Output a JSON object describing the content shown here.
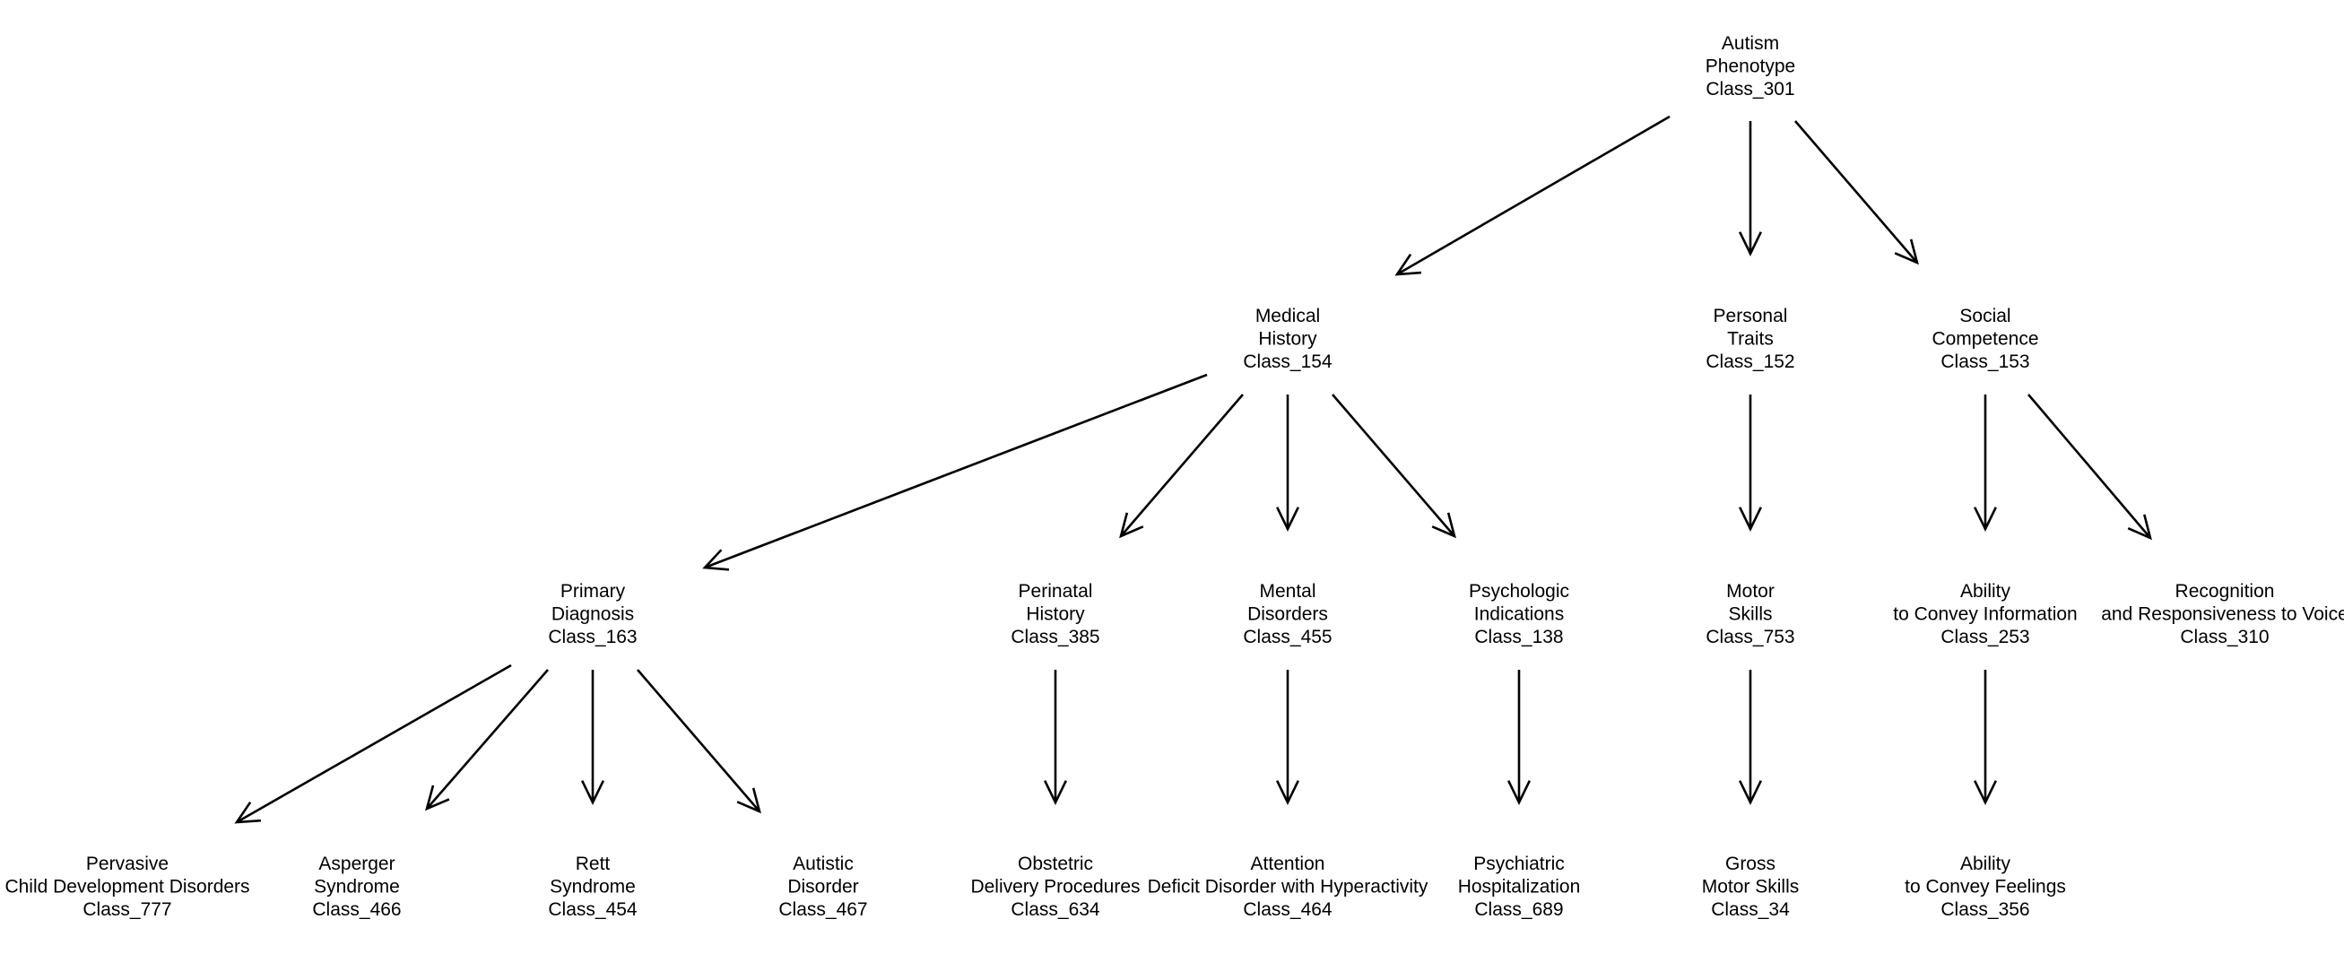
{
  "nodes": [
    {
      "id": "autism-phenotype",
      "lines": [
        "Autism",
        "Phenotype",
        "Class_301"
      ]
    },
    {
      "id": "medical-history",
      "lines": [
        "Medical",
        "History",
        "Class_154"
      ]
    },
    {
      "id": "personal-traits",
      "lines": [
        "Personal",
        "Traits",
        "Class_152"
      ]
    },
    {
      "id": "social-competence",
      "lines": [
        "Social",
        "Competence",
        "Class_153"
      ]
    },
    {
      "id": "primary-diagnosis",
      "lines": [
        "Primary",
        "Diagnosis",
        "Class_163"
      ]
    },
    {
      "id": "perinatal-history",
      "lines": [
        "Perinatal",
        "History",
        "Class_385"
      ]
    },
    {
      "id": "mental-disorders",
      "lines": [
        "Mental",
        "Disorders",
        "Class_455"
      ]
    },
    {
      "id": "psychologic-indications",
      "lines": [
        "Psychologic",
        "Indications",
        "Class_138"
      ]
    },
    {
      "id": "motor-skills",
      "lines": [
        "Motor",
        "Skills",
        "Class_753"
      ]
    },
    {
      "id": "ability-convey-information",
      "lines": [
        "Ability",
        "to Convey Information",
        "Class_253"
      ]
    },
    {
      "id": "recognition-responsiveness-voice",
      "lines": [
        "Recognition",
        "and Responsiveness to Voice",
        "Class_310"
      ]
    },
    {
      "id": "pervasive-child-development-disorders",
      "lines": [
        "Pervasive",
        "Child Development Disorders",
        "Class_777"
      ]
    },
    {
      "id": "asperger-syndrome",
      "lines": [
        "Asperger",
        "Syndrome",
        "Class_466"
      ]
    },
    {
      "id": "rett-syndrome",
      "lines": [
        "Rett",
        "Syndrome",
        "Class_454"
      ]
    },
    {
      "id": "autistic-disorder",
      "lines": [
        "Autistic",
        "Disorder",
        "Class_467"
      ]
    },
    {
      "id": "obstetric-delivery-procedures",
      "lines": [
        "Obstetric",
        "Delivery Procedures",
        "Class_634"
      ]
    },
    {
      "id": "attention-deficit-disorder-hyperactivity",
      "lines": [
        "Attention",
        "Deficit Disorder with Hyperactivity",
        "Class_464"
      ]
    },
    {
      "id": "psychiatric-hospitalization",
      "lines": [
        "Psychiatric",
        "Hospitalization",
        "Class_689"
      ]
    },
    {
      "id": "gross-motor-skills",
      "lines": [
        "Gross",
        "Motor Skills",
        "Class_34"
      ]
    },
    {
      "id": "ability-convey-feelings",
      "lines": [
        "Ability",
        "to Convey Feelings",
        "Class_356"
      ]
    }
  ],
  "edges": [
    {
      "from": "autism-phenotype",
      "to": "medical-history"
    },
    {
      "from": "autism-phenotype",
      "to": "personal-traits"
    },
    {
      "from": "autism-phenotype",
      "to": "social-competence"
    },
    {
      "from": "medical-history",
      "to": "primary-diagnosis"
    },
    {
      "from": "medical-history",
      "to": "perinatal-history"
    },
    {
      "from": "medical-history",
      "to": "mental-disorders"
    },
    {
      "from": "medical-history",
      "to": "psychologic-indications"
    },
    {
      "from": "personal-traits",
      "to": "motor-skills"
    },
    {
      "from": "social-competence",
      "to": "ability-convey-information"
    },
    {
      "from": "social-competence",
      "to": "recognition-responsiveness-voice"
    },
    {
      "from": "primary-diagnosis",
      "to": "pervasive-child-development-disorders"
    },
    {
      "from": "primary-diagnosis",
      "to": "asperger-syndrome"
    },
    {
      "from": "primary-diagnosis",
      "to": "rett-syndrome"
    },
    {
      "from": "primary-diagnosis",
      "to": "autistic-disorder"
    },
    {
      "from": "perinatal-history",
      "to": "obstetric-delivery-procedures"
    },
    {
      "from": "mental-disorders",
      "to": "attention-deficit-disorder-hyperactivity"
    },
    {
      "from": "psychologic-indications",
      "to": "psychiatric-hospitalization"
    },
    {
      "from": "motor-skills",
      "to": "gross-motor-skills"
    },
    {
      "from": "ability-convey-information",
      "to": "ability-convey-feelings"
    }
  ]
}
